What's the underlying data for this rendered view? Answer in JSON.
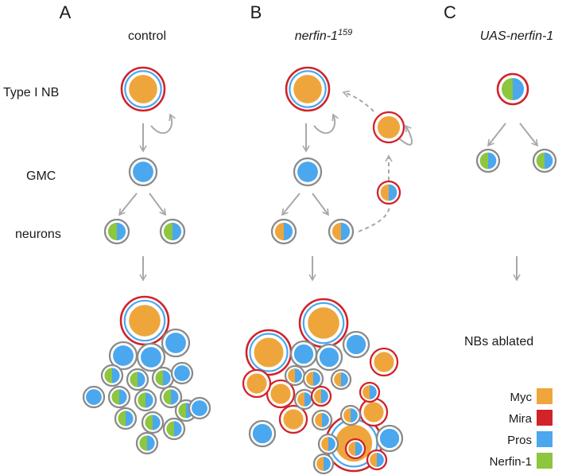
{
  "panels": [
    {
      "letter": "A",
      "title": "control",
      "title_sup": ""
    },
    {
      "letter": "B",
      "title": "nerfin-1",
      "title_sup": "159"
    },
    {
      "letter": "C",
      "title": "UAS-nerfin-1",
      "title_sup": ""
    }
  ],
  "row_labels": {
    "nb": "Type I NB",
    "gmc": "GMC",
    "neurons": "neurons"
  },
  "ablated_note": "NBs ablated",
  "legend": [
    {
      "label": "Myc",
      "color": "#eea63c"
    },
    {
      "label": "Mira",
      "color": "#d1232a"
    },
    {
      "label": "Pros",
      "color": "#4ba7ee"
    },
    {
      "label": "Nerfin-1",
      "color": "#8dc63f"
    }
  ],
  "colors": {
    "myc": "#eea63c",
    "mira": "#d1232a",
    "pros": "#4ba7ee",
    "nerfin": "#8dc63f",
    "outline_grey": "#8a8a8a",
    "arrow_grey": "#a8a8a8"
  }
}
